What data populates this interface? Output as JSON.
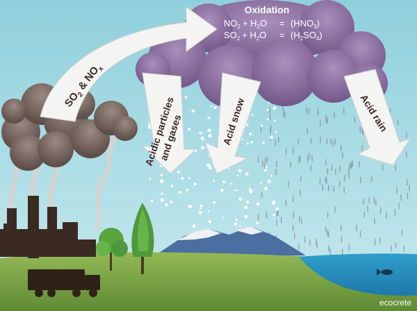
{
  "cloud_title": "Oxidation",
  "equations": [
    {
      "lhs": "NO",
      "lhs_sub": "2",
      "rhs": "(HNO",
      "rhs_sub": "3"
    },
    {
      "lhs": "SO",
      "lhs_sub": "2",
      "rhs": "(H",
      "rhs_sub": "2",
      "rhs_tail": "SO",
      "rhs_tail_sub": "4"
    }
  ],
  "water_term": {
    "text": "+ H",
    "sub": "2",
    "tail": "O",
    "equals": "="
  },
  "emission_label": {
    "a": "SO",
    "a_sub": "2",
    "mid": " & NO",
    "b_sub": "x"
  },
  "arrow_labels": {
    "particles_line1": "Acidic particles",
    "particles_line2": "and gases",
    "snow": "Acid snow",
    "rain": "Acid rain"
  },
  "brand": "ecocrete",
  "colors": {
    "sky": "#9ed3dc",
    "cloud_purple": "#8a6d9e",
    "smoke": "#6b5a55",
    "arrow": "#f4f4f2",
    "ground": "#7fa64a",
    "sea": "#3aa0c8",
    "factory": "#3a2a22"
  }
}
